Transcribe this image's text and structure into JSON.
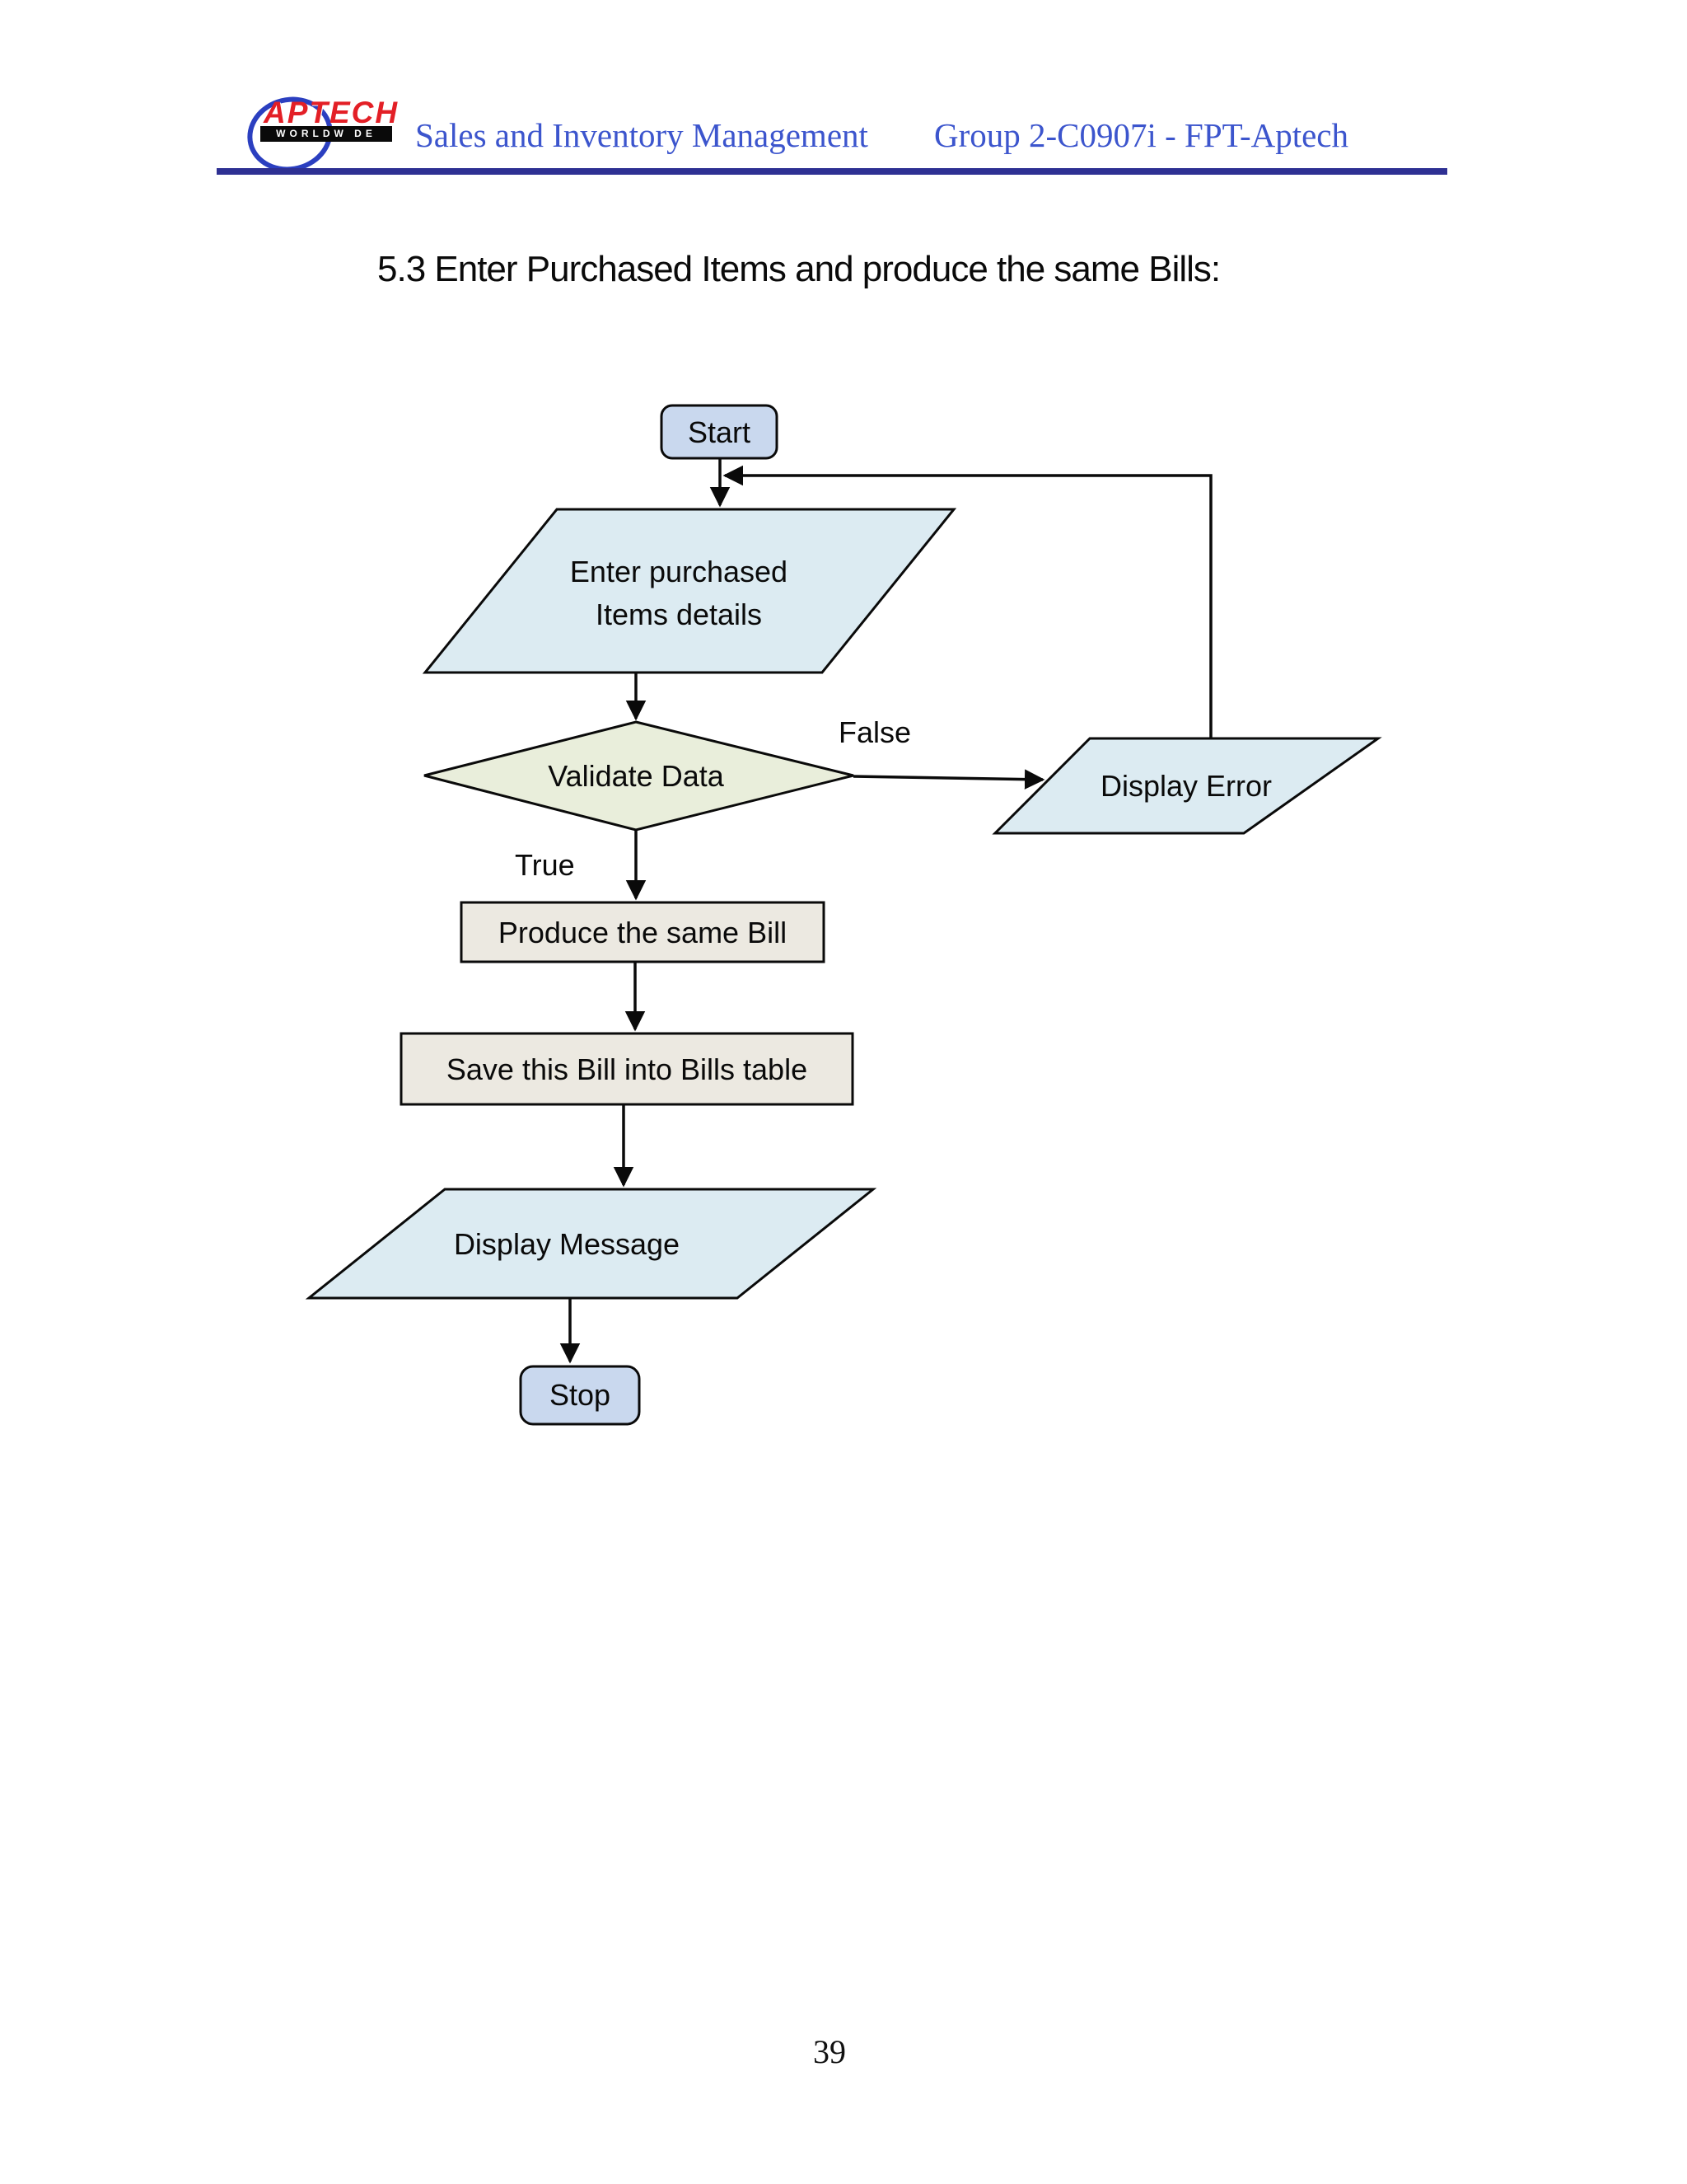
{
  "header": {
    "logo": {
      "brand": "APTECH",
      "tagline": "WORLDW DE"
    },
    "doc_title": "Sales and Inventory Management",
    "group": "Group 2-C0907i  -  FPT-Aptech",
    "accent_text_color": "#3c55cd",
    "rule_color": "#2e3093",
    "logo_red": "#e31f26",
    "logo_blue": "#2b3fc0"
  },
  "section": {
    "heading": "5.3 Enter Purchased Items and produce the same Bills:"
  },
  "flowchart": {
    "colors": {
      "terminator_fill": "#c9d8ee",
      "io_fill": "#dcebf2",
      "decision_fill": "#e9eedb",
      "process_fill": "#ece9e1",
      "line_color": "#0a0a0a"
    },
    "nodes": {
      "start": "Start",
      "input": {
        "line1": "Enter purchased",
        "line2": "Items details"
      },
      "decision": "Validate Data",
      "process1": "Produce the same Bill",
      "process2": "Save this Bill into Bills table",
      "output": "Display Message",
      "error": "Display Error",
      "stop": "Stop"
    },
    "edges": {
      "false_label": "False",
      "true_label": "True"
    }
  },
  "footer": {
    "page_number": "39"
  }
}
